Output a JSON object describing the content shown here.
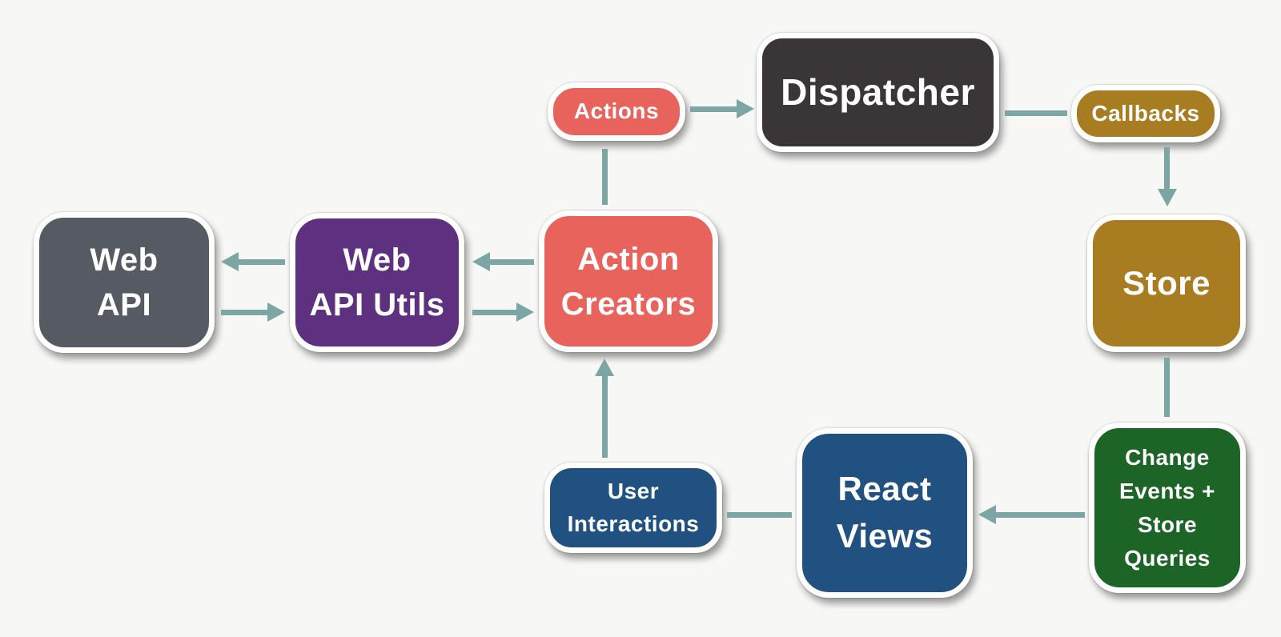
{
  "colors": {
    "background": "#F7F7F5",
    "connector": "#7CA6A4",
    "node_text": "#FFFFFF",
    "node_border": "#FFFFFF"
  },
  "diagram": {
    "type": "flowchart",
    "nodes": {
      "actions": {
        "label": "Actions",
        "color": "#E9635D"
      },
      "dispatcher": {
        "label": "Dispatcher",
        "color": "#3A3637"
      },
      "callbacks": {
        "label": "Callbacks",
        "color": "#A87C21"
      },
      "store": {
        "label": "Store",
        "color": "#A87C21"
      },
      "change_events": {
        "label": "Change\nEvents +\nStore\nQueries",
        "color": "#1D6427"
      },
      "react_views": {
        "label": "React\nViews",
        "color": "#215180"
      },
      "user_interactions": {
        "label": "User\nInteractions",
        "color": "#215180"
      },
      "action_creators": {
        "label": "Action\nCreators",
        "color": "#E9635D"
      },
      "web_api_utils": {
        "label": "Web\nAPI Utils",
        "color": "#5D3180"
      },
      "web_api": {
        "label": "Web\nAPI",
        "color": "#565A62"
      }
    },
    "edges": [
      {
        "from": "actions",
        "to": "dispatcher",
        "connector": "arrow"
      },
      {
        "from": "dispatcher",
        "to": "callbacks",
        "connector": "line"
      },
      {
        "from": "callbacks",
        "to": "store",
        "connector": "arrow"
      },
      {
        "from": "store",
        "to": "change_events",
        "connector": "line"
      },
      {
        "from": "change_events",
        "to": "react_views",
        "connector": "arrow"
      },
      {
        "from": "react_views",
        "to": "user_interactions",
        "connector": "line"
      },
      {
        "from": "user_interactions",
        "to": "action_creators",
        "connector": "arrow"
      },
      {
        "from": "action_creators",
        "to": "actions",
        "connector": "line"
      },
      {
        "from": "action_creators",
        "to": "web_api_utils",
        "connector": "arrow"
      },
      {
        "from": "web_api_utils",
        "to": "action_creators",
        "connector": "arrow"
      },
      {
        "from": "web_api_utils",
        "to": "web_api",
        "connector": "arrow"
      },
      {
        "from": "web_api",
        "to": "web_api_utils",
        "connector": "arrow"
      }
    ]
  }
}
